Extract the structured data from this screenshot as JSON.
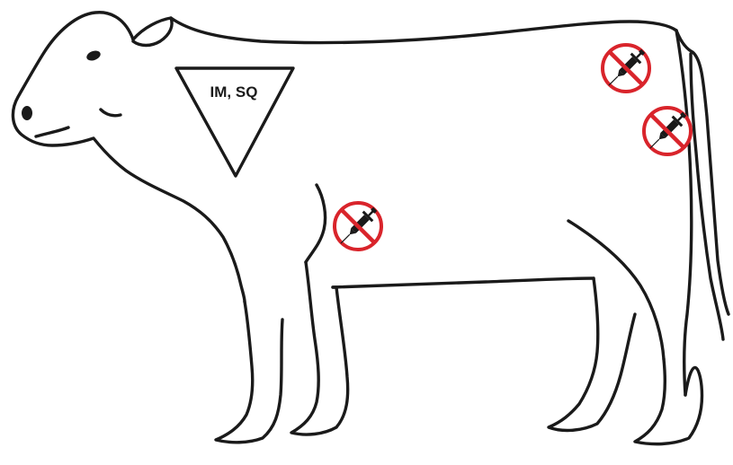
{
  "injection_zone": {
    "label": "IM, SQ"
  },
  "colors": {
    "outline": "#1a1a1a",
    "no_injection": "#d9242b",
    "syringe": "#1a1a1a",
    "background": "#ffffff"
  },
  "prohibited_sites": [
    {
      "name": "upper-hip",
      "icon": "no-syringe-icon"
    },
    {
      "name": "rear-leg",
      "icon": "no-syringe-icon"
    },
    {
      "name": "shoulder",
      "icon": "no-syringe-icon"
    }
  ]
}
